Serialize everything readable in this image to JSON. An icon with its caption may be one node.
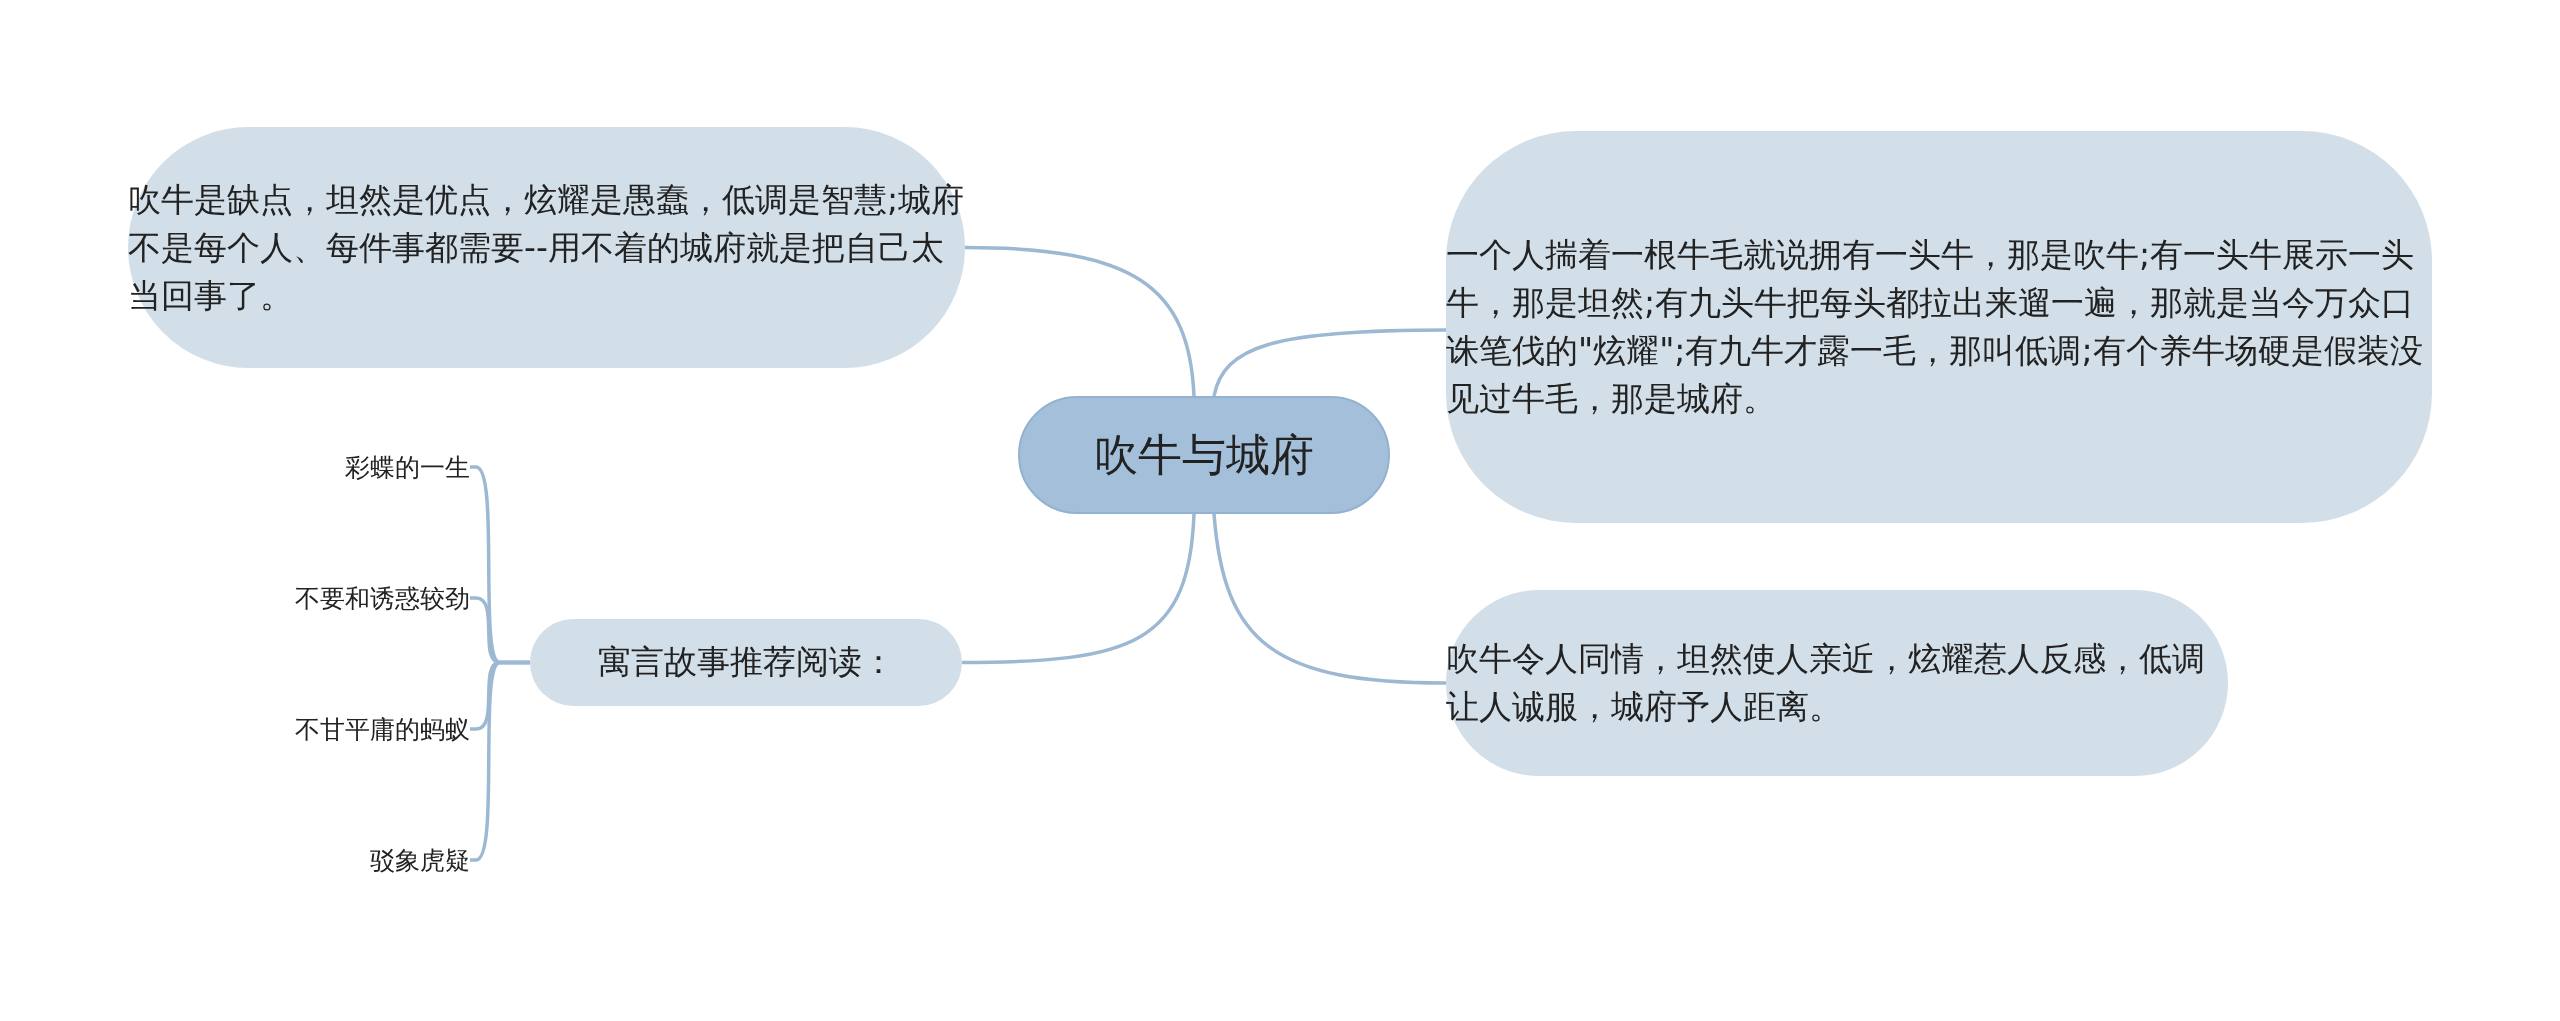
{
  "diagram": {
    "nodes": [
      {
        "text": [
          "吹牛与城府"
        ]
      },
      {
        "text": [
          "吹牛是缺点，坦然是优点，炫耀是愚蠢，低调是智慧;城府不是每个人、每件事都需要--用不着的城府就是把自己太当回事了。"
        ]
      },
      {
        "text": [
          "一个人揣着一根牛毛就说拥有一头牛，那是吹牛;有一头牛展示一头牛，那是坦然;有九头牛把每头都拉出来遛一遍，那就是当今万众口诛笔伐的\"炫耀\";有九牛才露一毛，那叫低调;有个养牛场硬是假装没见过牛毛，那是城府。"
        ]
      },
      {
        "text": [
          "吹牛令人同情，坦然使人亲近，炫耀惹人反感，低调让人诚服，城府予人距离。"
        ]
      },
      {
        "text": [
          "寓言故事推荐阅读："
        ]
      },
      {
        "text": [
          "彩蝶的一生"
        ]
      },
      {
        "text": [
          "不要和诱惑较劲"
        ]
      },
      {
        "text": [
          "不甘平庸的蚂蚁"
        ]
      },
      {
        "text": [
          "驳象虎疑"
        ]
      }
    ],
    "edges": [
      {
        "from": 0,
        "to": 1,
        "arrow": "none"
      },
      {
        "from": 0,
        "to": 2,
        "arrow": "none"
      },
      {
        "from": 0,
        "to": 3,
        "arrow": "none"
      },
      {
        "from": 0,
        "to": 4,
        "arrow": "none"
      },
      {
        "from": 4,
        "to": 5,
        "arrow": "none"
      },
      {
        "from": 4,
        "to": 6,
        "arrow": "none"
      },
      {
        "from": 4,
        "to": 7,
        "arrow": "none"
      },
      {
        "from": 4,
        "to": 8,
        "arrow": "none"
      }
    ]
  }
}
